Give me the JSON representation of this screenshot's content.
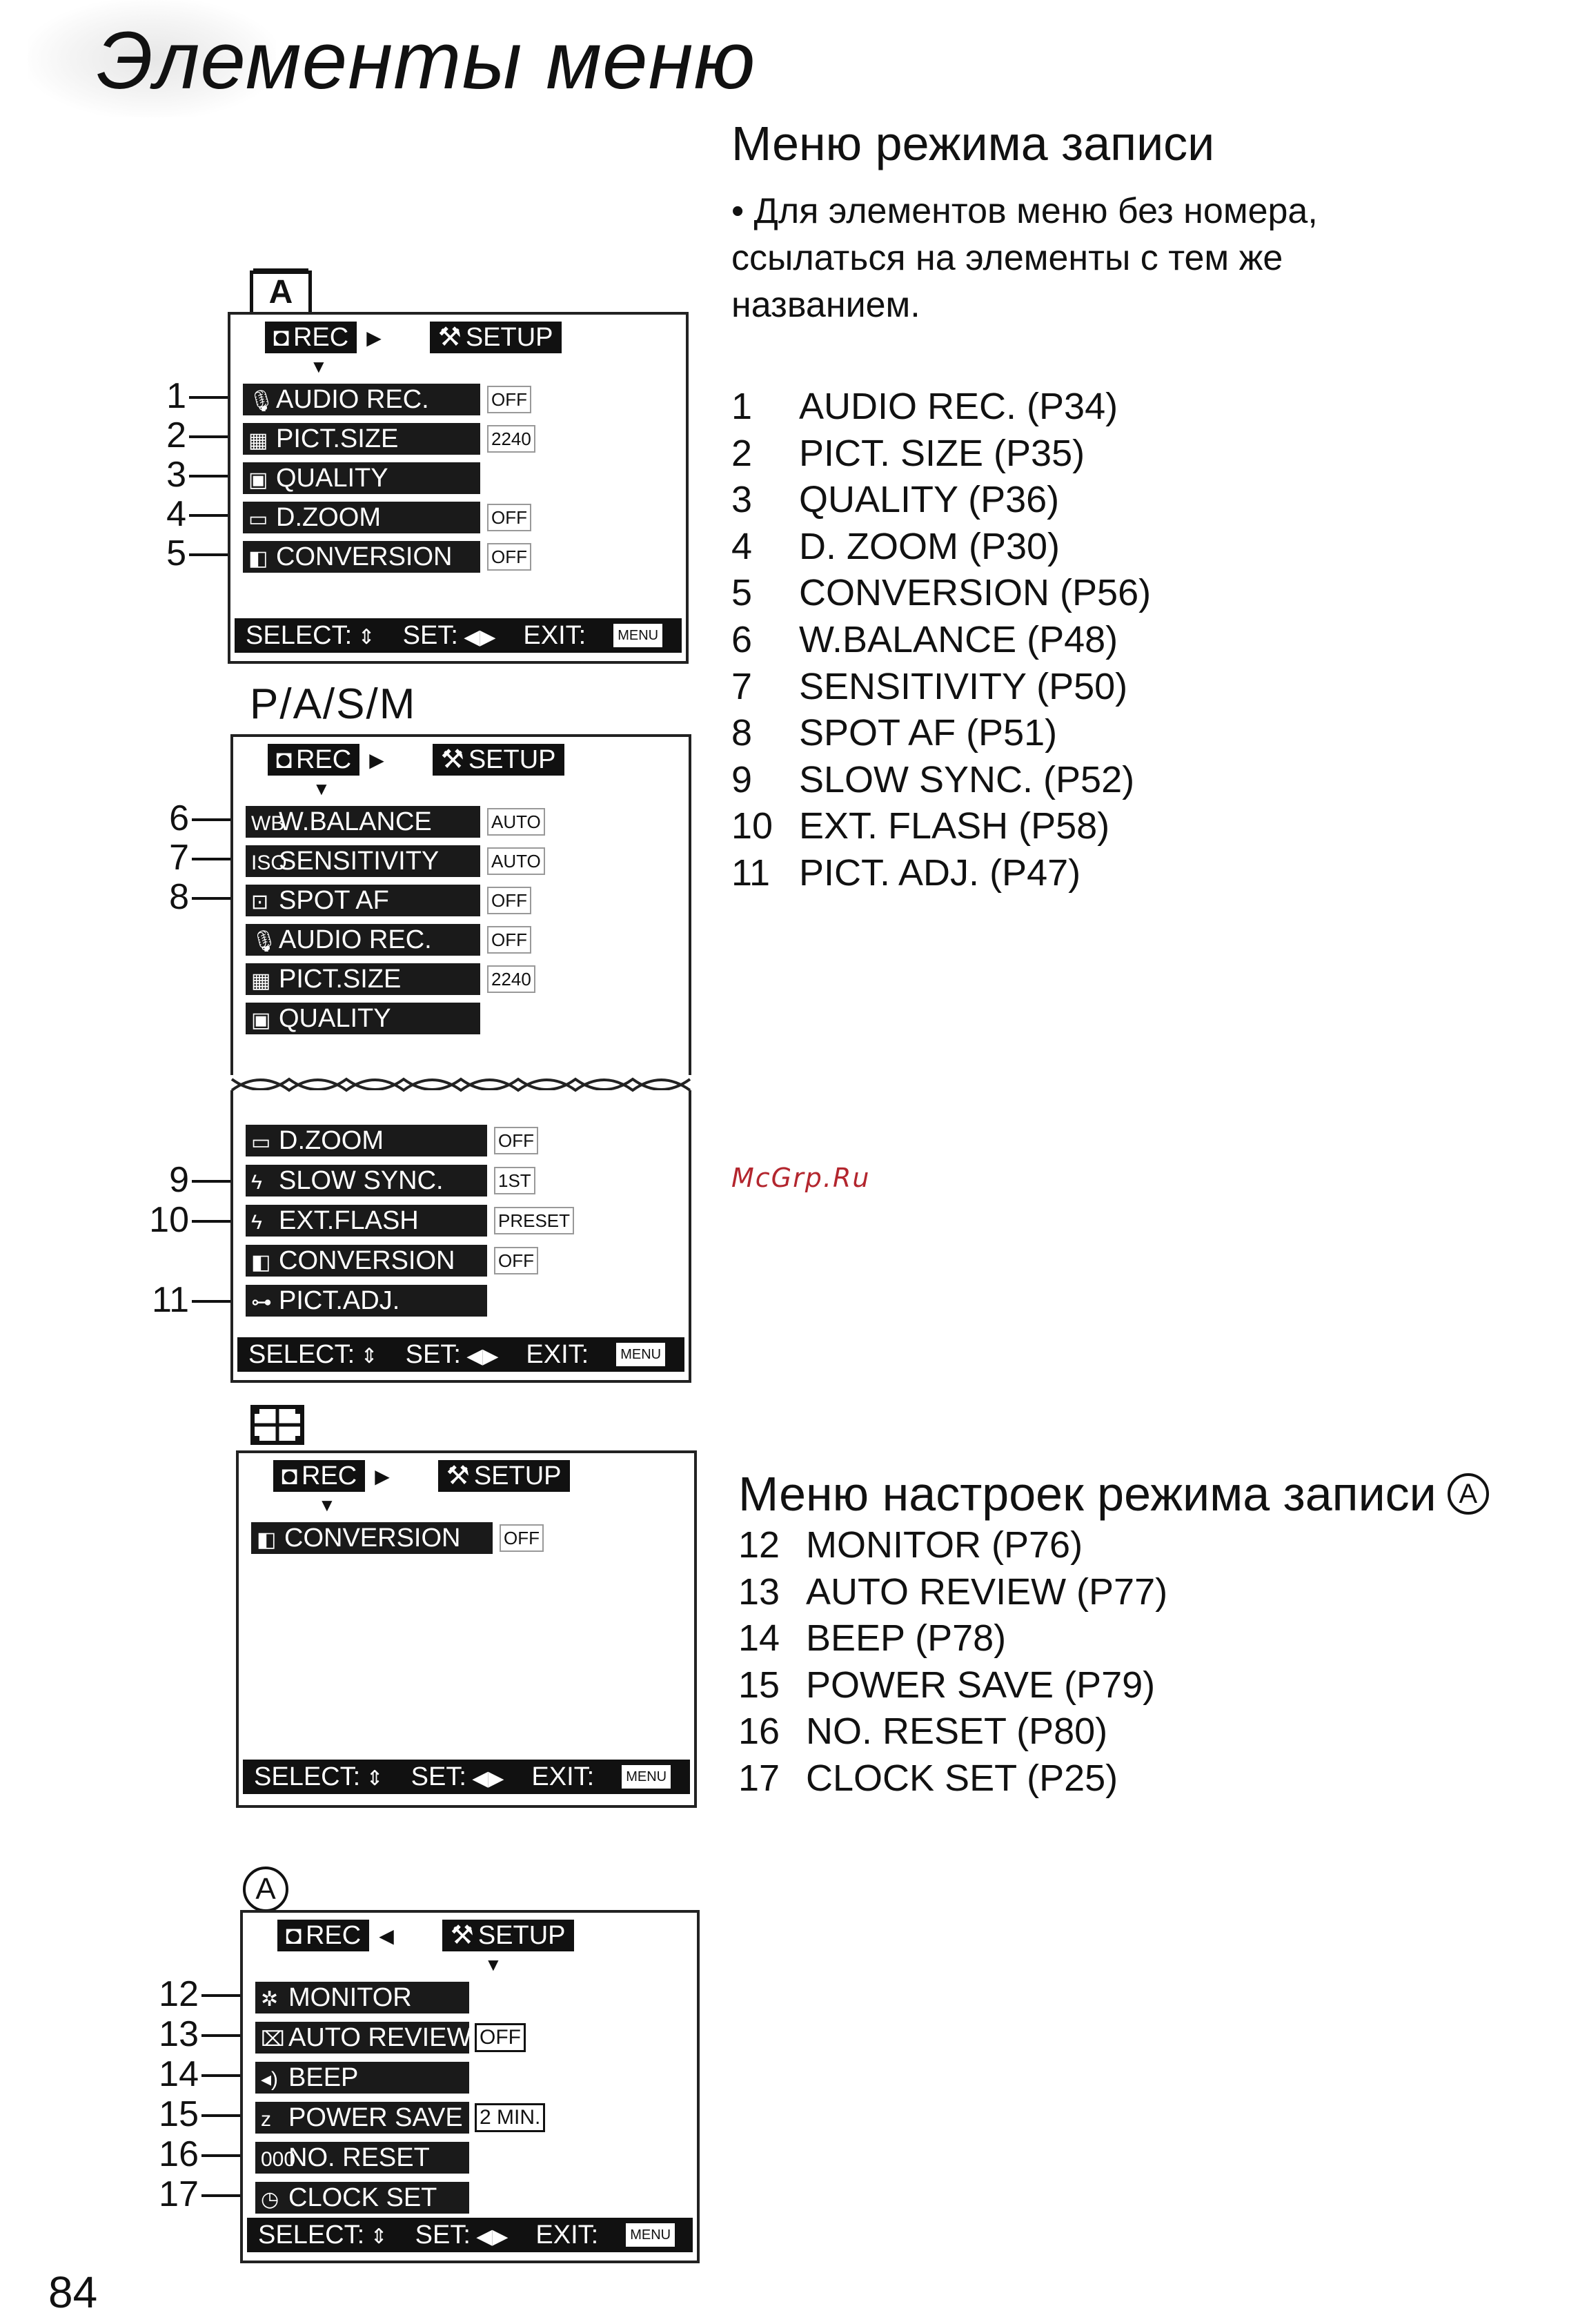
{
  "page_title": "Элементы меню",
  "rec_menu": {
    "heading": "Меню режима записи",
    "note": "• Для элементов меню без номера, ссылаться на элементы с тем же названием.",
    "items": [
      {
        "num": "1",
        "text": "AUDIO REC. (P34)"
      },
      {
        "num": "2",
        "text": "PICT. SIZE (P35)"
      },
      {
        "num": "3",
        "text": "QUALITY (P36)"
      },
      {
        "num": "4",
        "text": "D. ZOOM (P30)"
      },
      {
        "num": "5",
        "text": "CONVERSION (P56)"
      },
      {
        "num": "6",
        "text": "W.BALANCE (P48)"
      },
      {
        "num": "7",
        "text": "SENSITIVITY (P50)"
      },
      {
        "num": "8",
        "text": "SPOT AF (P51)"
      },
      {
        "num": "9",
        "text": "SLOW SYNC. (P52)"
      },
      {
        "num": "10",
        "text": "EXT. FLASH (P58)"
      },
      {
        "num": "11",
        "text": "PICT. ADJ. (P47)"
      }
    ]
  },
  "setup_menu": {
    "heading": "Меню настроек режима записи",
    "heading_badge": "A",
    "items": [
      {
        "num": "12",
        "text": "MONITOR (P76)"
      },
      {
        "num": "13",
        "text": "AUTO REVIEW (P77)"
      },
      {
        "num": "14",
        "text": "BEEP (P78)"
      },
      {
        "num": "15",
        "text": "POWER SAVE (P79)"
      },
      {
        "num": "16",
        "text": "NO. RESET (P80)"
      },
      {
        "num": "17",
        "text": "CLOCK SET (P25)"
      }
    ]
  },
  "mode_labels": {
    "auto": "A",
    "pasm": "P/A/S/M",
    "setup_badge": "A"
  },
  "tabs": {
    "rec": "REC",
    "setup": "SETUP"
  },
  "statusbar": {
    "select": "SELECT:",
    "set": "SET:",
    "exit": "EXIT:",
    "menu": "MENU"
  },
  "screen_auto": {
    "rows": [
      {
        "callout": "1",
        "icon": "mic-icon",
        "label": "AUDIO REC.",
        "value": "OFF"
      },
      {
        "callout": "2",
        "icon": "picture-size-icon",
        "label": "PICT.SIZE",
        "value": "2240"
      },
      {
        "callout": "3",
        "icon": "quality-icon",
        "label": "QUALITY",
        "value": ""
      },
      {
        "callout": "4",
        "icon": "zoom-icon",
        "label": "D.ZOOM",
        "value": "OFF"
      },
      {
        "callout": "5",
        "icon": "conversion-icon",
        "label": "CONVERSION",
        "value": "OFF"
      }
    ]
  },
  "screen_pasm_top": {
    "rows": [
      {
        "callout": "6",
        "icon": "wb-icon",
        "label": "W.BALANCE",
        "value": "AUTO"
      },
      {
        "callout": "7",
        "icon": "iso-icon",
        "label": "SENSITIVITY",
        "value": "AUTO"
      },
      {
        "callout": "8",
        "icon": "spot-af-icon",
        "label": "SPOT AF",
        "value": "OFF"
      },
      {
        "callout": "",
        "icon": "mic-icon",
        "label": "AUDIO REC.",
        "value": "OFF"
      },
      {
        "callout": "",
        "icon": "picture-size-icon",
        "label": "PICT.SIZE",
        "value": "2240"
      },
      {
        "callout": "",
        "icon": "quality-icon",
        "label": "QUALITY",
        "value": ""
      }
    ]
  },
  "screen_pasm_bottom": {
    "rows": [
      {
        "callout": "",
        "icon": "zoom-icon",
        "label": "D.ZOOM",
        "value": "OFF"
      },
      {
        "callout": "9",
        "icon": "slow-sync-icon",
        "label": "SLOW SYNC.",
        "value": "1ST"
      },
      {
        "callout": "10",
        "icon": "ext-flash-icon",
        "label": "EXT.FLASH",
        "value": "PRESET"
      },
      {
        "callout": "",
        "icon": "conversion-icon",
        "label": "CONVERSION",
        "value": "OFF"
      },
      {
        "callout": "11",
        "icon": "pict-adj-icon",
        "label": "PICT.ADJ.",
        "value": ""
      }
    ]
  },
  "screen_movie": {
    "rows": [
      {
        "callout": "",
        "icon": "conversion-icon",
        "label": "CONVERSION",
        "value": "OFF"
      }
    ]
  },
  "screen_setup": {
    "rows": [
      {
        "callout": "12",
        "icon": "monitor-icon",
        "label": "MONITOR",
        "value": ""
      },
      {
        "callout": "13",
        "icon": "auto-review-icon",
        "label": "AUTO REVIEW",
        "value": "OFF"
      },
      {
        "callout": "14",
        "icon": "beep-icon",
        "label": "BEEP",
        "value": ""
      },
      {
        "callout": "15",
        "icon": "power-save-icon",
        "label": "POWER SAVE",
        "value": "2 MIN."
      },
      {
        "callout": "16",
        "icon": "no-reset-icon",
        "label": "NO. RESET",
        "value": ""
      },
      {
        "callout": "17",
        "icon": "clock-icon",
        "label": "CLOCK SET",
        "value": ""
      }
    ]
  },
  "watermark": "McGrp.Ru",
  "page_number": "84"
}
